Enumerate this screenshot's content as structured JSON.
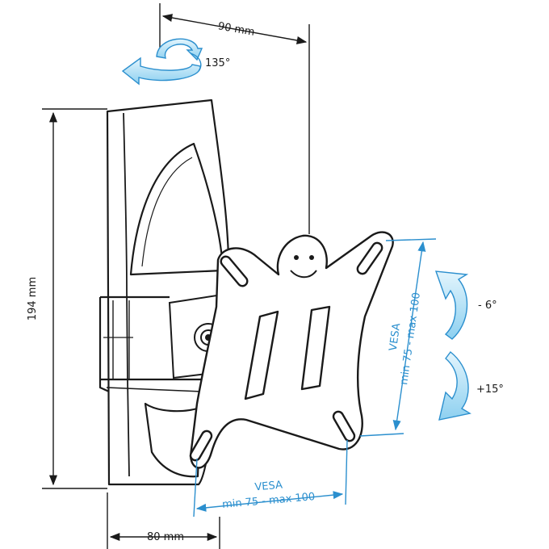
{
  "dimensions": {
    "width_label": "90 mm",
    "height_label": "194 mm",
    "depth_label": "80 mm"
  },
  "rotation": {
    "swivel_label": "135°",
    "tilt_up_label": "- 6°",
    "tilt_down_label": "+15°"
  },
  "vesa": {
    "title": "VESA",
    "range_label": "min 75 - max 100"
  },
  "colors": {
    "line": "#1a1a1a",
    "accent": "#2b8fce",
    "arrow_fill": "#b9e3f7"
  }
}
